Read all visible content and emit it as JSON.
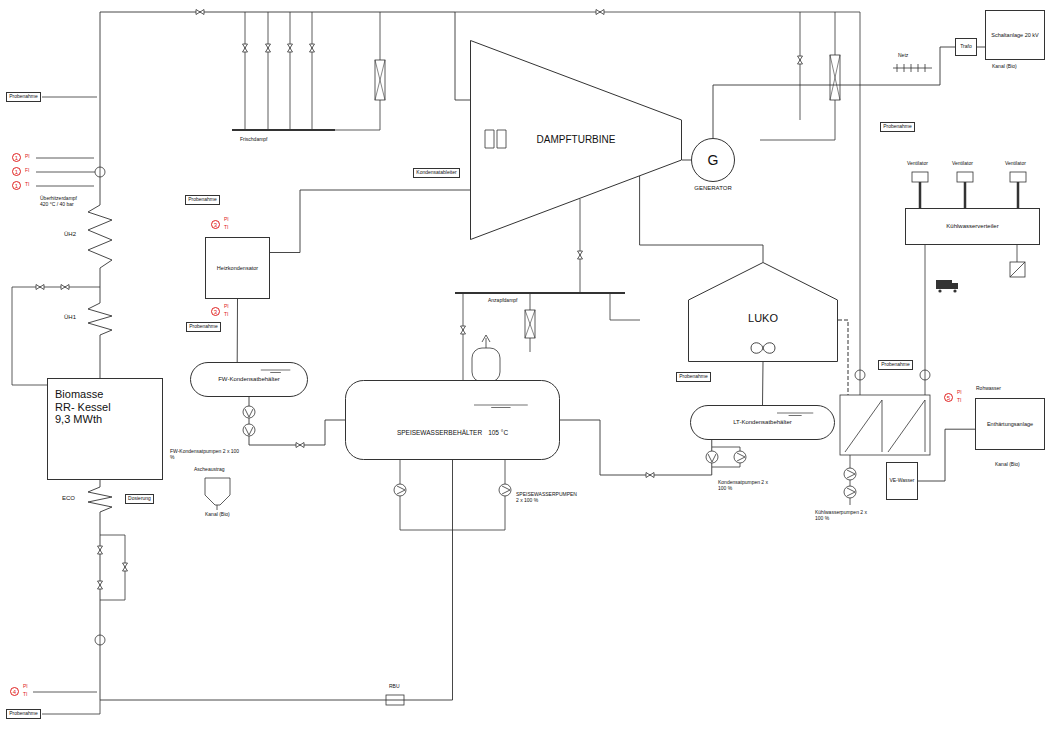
{
  "diagram": {
    "nodes": [
      {
        "text": [
          "Biomasse RR- Kessel 9,3 MWth"
        ]
      },
      {
        "text": [
          "DAMPFTURBINE"
        ]
      },
      {
        "text": [
          "G",
          "GENERATOR"
        ]
      },
      {
        "text": [
          "LUKO"
        ]
      },
      {
        "text": [
          "SPEISEWASSERBEHÄLTER",
          "105 °C"
        ]
      },
      {
        "text": [
          "FW-Kondensatbehälter"
        ]
      },
      {
        "text": [
          "LT-Kondensatbehälter"
        ]
      },
      {
        "text": [
          "Heizkondensator"
        ]
      },
      {
        "text": [
          "Schaltanlage 20 kV"
        ]
      },
      {
        "text": [
          "Trafo"
        ]
      },
      {
        "text": [
          "Kühlwasserverteiler"
        ]
      },
      {
        "text": [
          "VE-Wasser"
        ]
      },
      {
        "text": [
          "Enthärtungsanlage"
        ]
      },
      {
        "text": [
          "Probenahme"
        ]
      },
      {
        "text": [
          "Probenahme"
        ]
      },
      {
        "text": [
          "Dosierung"
        ]
      },
      {
        "text": [
          "Probenahme"
        ]
      },
      {
        "text": [
          "Probenahme"
        ]
      },
      {
        "text": [
          "Kondensatableiter"
        ]
      },
      {
        "text": [
          "Probenahme"
        ]
      },
      {
        "text": [
          "Probenahme"
        ]
      },
      {
        "text": [
          "Probenahme"
        ]
      }
    ],
    "edges": [
      {
        "from": 0,
        "to": 1,
        "arrow": "none"
      },
      {
        "from": 1,
        "to": 3,
        "arrow": "none"
      },
      {
        "from": 1,
        "to": 2,
        "arrow": "none"
      },
      {
        "from": 3,
        "to": 6,
        "arrow": "none"
      },
      {
        "from": 6,
        "to": 4,
        "arrow": "none"
      },
      {
        "from": 4,
        "to": 0,
        "arrow": "none"
      },
      {
        "from": 1,
        "to": 7,
        "arrow": "none"
      },
      {
        "from": 7,
        "to": 5,
        "arrow": "none"
      },
      {
        "from": 5,
        "to": 4,
        "arrow": "none"
      },
      {
        "from": 2,
        "to": 9,
        "arrow": "none"
      },
      {
        "from": 9,
        "to": 8,
        "arrow": "none"
      },
      {
        "from": 12,
        "to": 11,
        "arrow": "none"
      }
    ],
    "labels": [
      "ÜH2",
      "ÜH1",
      "ECO",
      "Überhitzerdampf 420 °C / 40 bar",
      "1",
      "PI",
      "1",
      "FI",
      "1",
      "TI",
      "3",
      "PI",
      "TI",
      "3",
      "PI",
      "TI",
      "4",
      "PI",
      "TI",
      "5",
      "PI",
      "TI",
      "SPEISEWASSERPUMPEN 2 x 100 %",
      "FW-Kondensatpumpen 2 x 100 %",
      "Kondensatpumpen 2 x 100 %",
      "Kühlwasserpumpen 2 x 100 %",
      "Ascheaustrag",
      "Kanal (Bio)",
      "Kanal (Bio)",
      "Kanal (Bio)",
      "Frischdampf",
      "Anzapfdampf",
      "Ventilator",
      "Ventilator",
      "Ventilator",
      "Netz",
      "Rohwasser",
      "RBU"
    ]
  }
}
